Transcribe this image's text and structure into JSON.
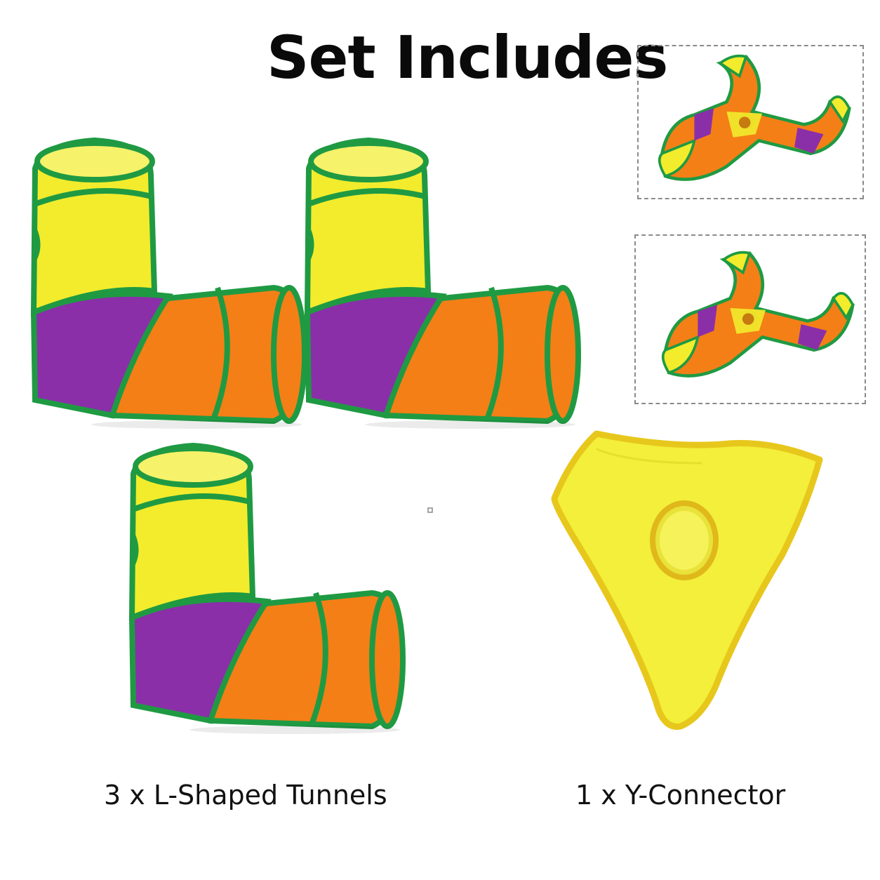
{
  "heading": {
    "title": "Set Includes"
  },
  "captions": {
    "tunnels": "3 x L-Shaped Tunnels",
    "connector": "1 x Y-Connector"
  },
  "colors": {
    "yellow": "#f2ec2c",
    "orange": "#f47f16",
    "purple": "#8a2fa8",
    "green": "#1f9a43",
    "connector_yellow": "#f3ef3a"
  },
  "icons": {
    "tunnel": "l-shaped-tunnel-icon",
    "configuration": "y-tunnel-configuration-icon",
    "connector": "y-connector-icon"
  }
}
